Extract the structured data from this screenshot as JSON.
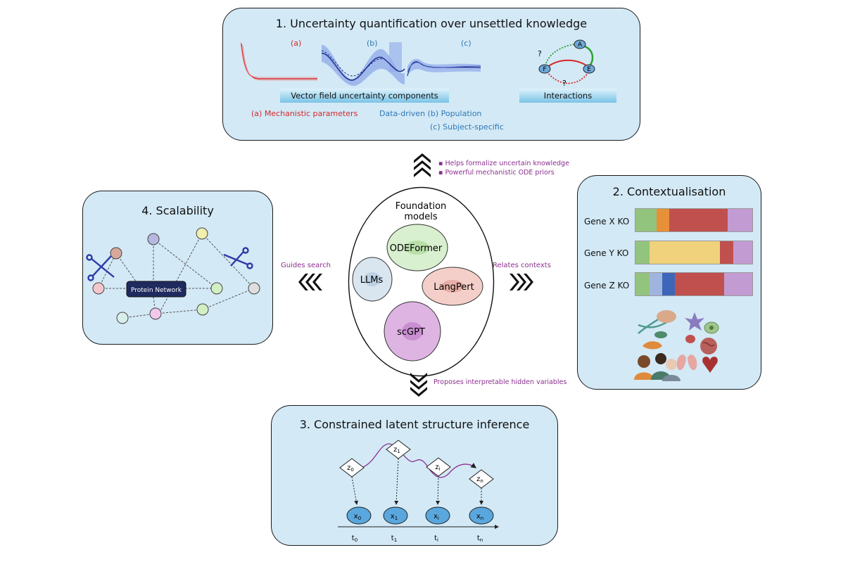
{
  "panel1": {
    "title": "1.  Uncertainty quantification over unsettled knowledge",
    "sub_a": "(a)",
    "sub_b": "(b)",
    "sub_c": "(c)",
    "vector_field_label": "Vector field uncertainty components",
    "interactions_label": "Interactions",
    "legend_mech": "(a) Mechanistic parameters",
    "legend_data": "Data-driven (b) Population",
    "legend_subject": "(c) Subject-specific",
    "node_a": "A",
    "node_f": "F",
    "node_e": "E",
    "q1": "?",
    "q2": "?"
  },
  "panel2": {
    "title": "2. Contextualisation",
    "genes": [
      {
        "label": "Gene X KO",
        "segments": [
          {
            "w": 0.18,
            "c": "#93c47d"
          },
          {
            "w": 0.11,
            "c": "#e69138"
          },
          {
            "w": 0.5,
            "c": "#c0504d"
          },
          {
            "w": 0.21,
            "c": "#c39bd3"
          }
        ]
      },
      {
        "label": "Gene Y KO",
        "segments": [
          {
            "w": 0.12,
            "c": "#93c47d"
          },
          {
            "w": 0.6,
            "c": "#f0d27c"
          },
          {
            "w": 0.12,
            "c": "#c0504d"
          },
          {
            "w": 0.16,
            "c": "#c39bd3"
          }
        ]
      },
      {
        "label": "Gene Z KO",
        "segments": [
          {
            "w": 0.12,
            "c": "#93c47d"
          },
          {
            "w": 0.11,
            "c": "#9fb4de"
          },
          {
            "w": 0.11,
            "c": "#3d66b8"
          },
          {
            "w": 0.42,
            "c": "#c0504d"
          },
          {
            "w": 0.24,
            "c": "#c39bd3"
          }
        ]
      }
    ]
  },
  "panel3": {
    "title": "3. Constrained latent structure inference",
    "latents": [
      {
        "main": "z",
        "sub": "0"
      },
      {
        "main": "z",
        "sub": "1"
      },
      {
        "main": "z",
        "sub": "i"
      },
      {
        "main": "z",
        "sub": "n"
      }
    ],
    "observations": [
      {
        "main": "x",
        "sub": "0"
      },
      {
        "main": "x",
        "sub": "1"
      },
      {
        "main": "x",
        "sub": "i"
      },
      {
        "main": "x",
        "sub": "n"
      }
    ],
    "times": [
      {
        "main": "t",
        "sub": "0"
      },
      {
        "main": "t",
        "sub": "1"
      },
      {
        "main": "t",
        "sub": "i"
      },
      {
        "main": "t",
        "sub": "n"
      }
    ]
  },
  "panel4": {
    "title": "4. Scalability",
    "network_label": "Protein Network"
  },
  "center": {
    "title_line1": "Foundation",
    "title_line2": "models",
    "models": [
      "ODEFormer",
      "LLMs",
      "LangPert",
      "scGPT"
    ]
  },
  "arrows": {
    "up_notes": [
      "Helps formalize uncertain knowledge",
      "Powerful mechanistic ODE priors"
    ],
    "down_note": "Proposes interpretable hidden variables",
    "left_note": "Guides search",
    "right_note": "Relates contexts"
  },
  "colors": {
    "panel_bg": "#d3e9f6",
    "note": "#8b2f8f",
    "mechanistic": "#d62728",
    "data_driven": "#2f77b5",
    "latent_path": "#8b2f8f"
  }
}
